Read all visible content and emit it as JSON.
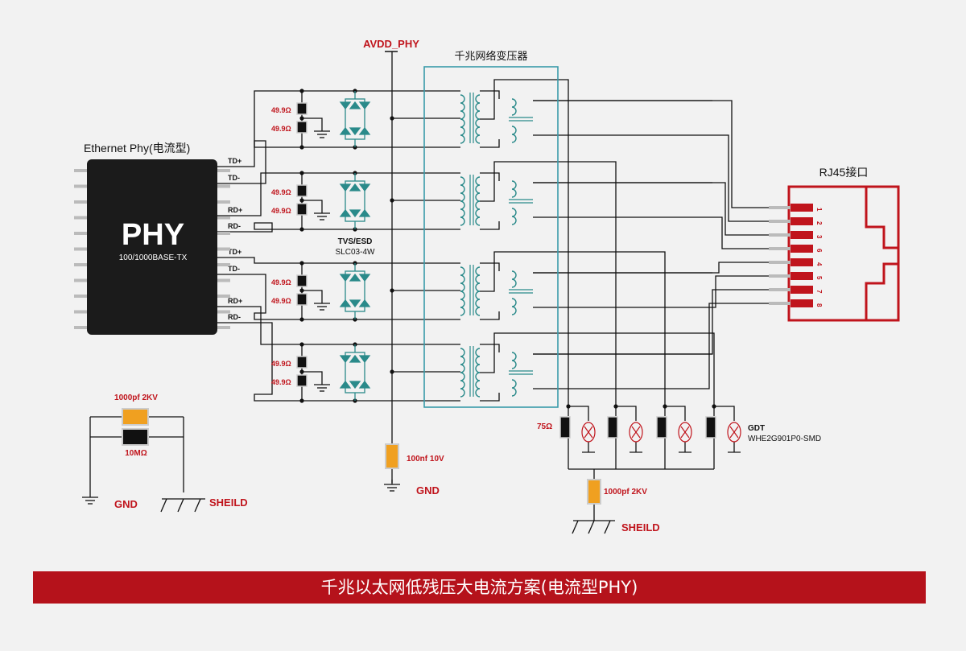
{
  "phy": {
    "caption": "Ethernet Phy(电流型)",
    "chip_label": "PHY",
    "chip_sub": "100/1000BASE-TX",
    "pins": [
      "TD+",
      "TD-",
      "RD+",
      "RD-",
      "TD+",
      "TD-",
      "RD+",
      "RD-"
    ]
  },
  "power": {
    "label": "AVDD_PHY"
  },
  "transformer": {
    "label": "千兆网络变压器"
  },
  "termination": {
    "resistor": "49.9Ω"
  },
  "tvs": {
    "title": "TVS/ESD",
    "part": "SLC03-4W"
  },
  "rj45": {
    "title": "RJ45接口",
    "pins": [
      "1",
      "2",
      "3",
      "6",
      "4",
      "5",
      "7",
      "8"
    ]
  },
  "decoupling": {
    "cap": "100nf 10V",
    "gnd": "GND"
  },
  "gdt": {
    "resistor": "75Ω",
    "title": "GDT",
    "part": "WHE2G901P0-SMD"
  },
  "bob_cap": {
    "label": "1000pf 2KV",
    "shield": "SHEILD"
  },
  "chassis": {
    "cap": "1000pf 2KV",
    "resistor": "10MΩ",
    "gnd": "GND",
    "shield": "SHEILD"
  },
  "footer": {
    "title": "千兆以太网低残压大电流方案(电流型PHY)"
  },
  "colors": {
    "accent": "#c0141c",
    "transformer_box": "#3a9aaa",
    "tvs": "#2a8a8a",
    "cap": "#f0a020",
    "background": "#f2f2f2"
  }
}
